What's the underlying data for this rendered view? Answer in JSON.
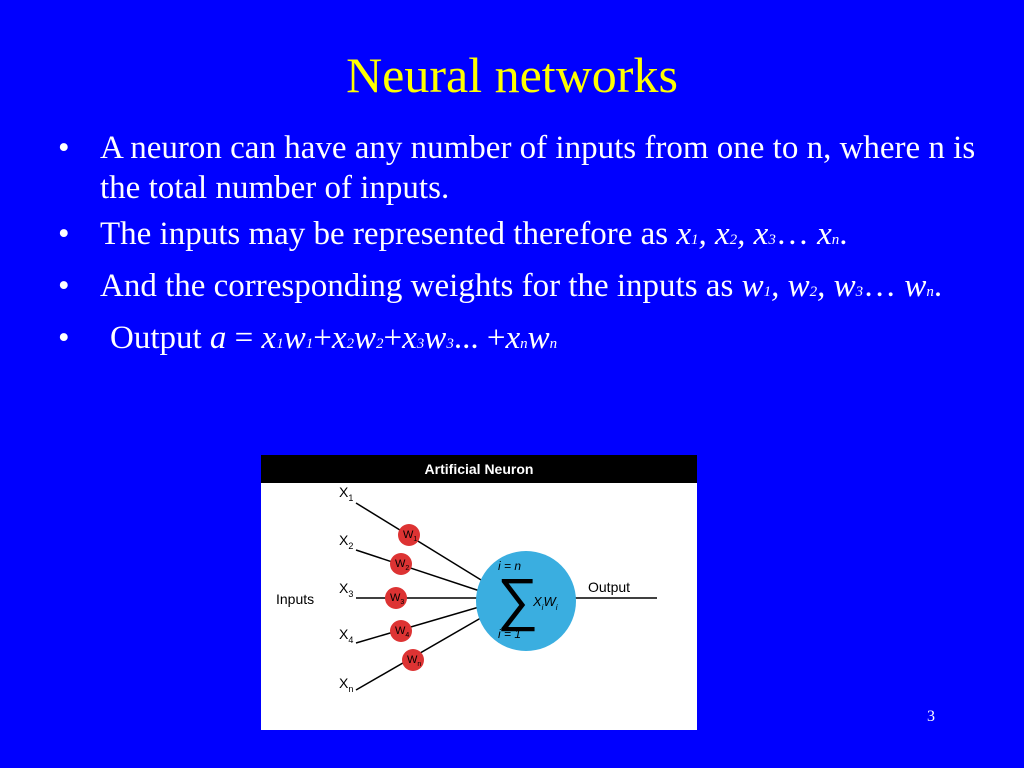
{
  "slide": {
    "title": "Neural networks",
    "page_number": "3",
    "colors": {
      "background": "#0000ff",
      "title": "#ffff00",
      "text": "#ffffff"
    }
  },
  "bullets": {
    "marker": "•",
    "b1": "A neuron can have any number of inputs from one to n, where n is the total number of inputs.",
    "b2": {
      "text": "The inputs may be represented therefore as ",
      "x": "x",
      "c1": ", ",
      "c2": ", ",
      "dots": "… ",
      "period": "."
    },
    "b3": {
      "text": "And the corresponding weights for the inputs as ",
      "w": "w",
      "c1": ", ",
      "c2": ", ",
      "dots": "… ",
      "period": "."
    },
    "b4": {
      "output_label": "Output ",
      "a": "a",
      "eq": " = ",
      "plus": "+",
      "dots": "... +",
      "x": "x",
      "w": "w"
    },
    "subs": {
      "s1": "1",
      "s2": "2",
      "s3": "3",
      "sn": "n"
    }
  },
  "figure": {
    "title": "Artificial Neuron",
    "inputs_label": "Inputs",
    "output_label": "Output",
    "input_letter": "X",
    "input_subscripts": [
      "1",
      "2",
      "3",
      "4",
      "n"
    ],
    "weight_letter": "W",
    "weight_subscripts": [
      "1",
      "2",
      "3",
      "4",
      "n"
    ],
    "sum_symbol": "∑",
    "sum_top": "i = n",
    "sum_bottom": "i = 1",
    "sum_term_x": "X",
    "sum_term_w": "W",
    "sum_index": "i",
    "colors": {
      "neuron": "#3aaee0",
      "weight": "#dd3333",
      "header": "#000000"
    }
  }
}
